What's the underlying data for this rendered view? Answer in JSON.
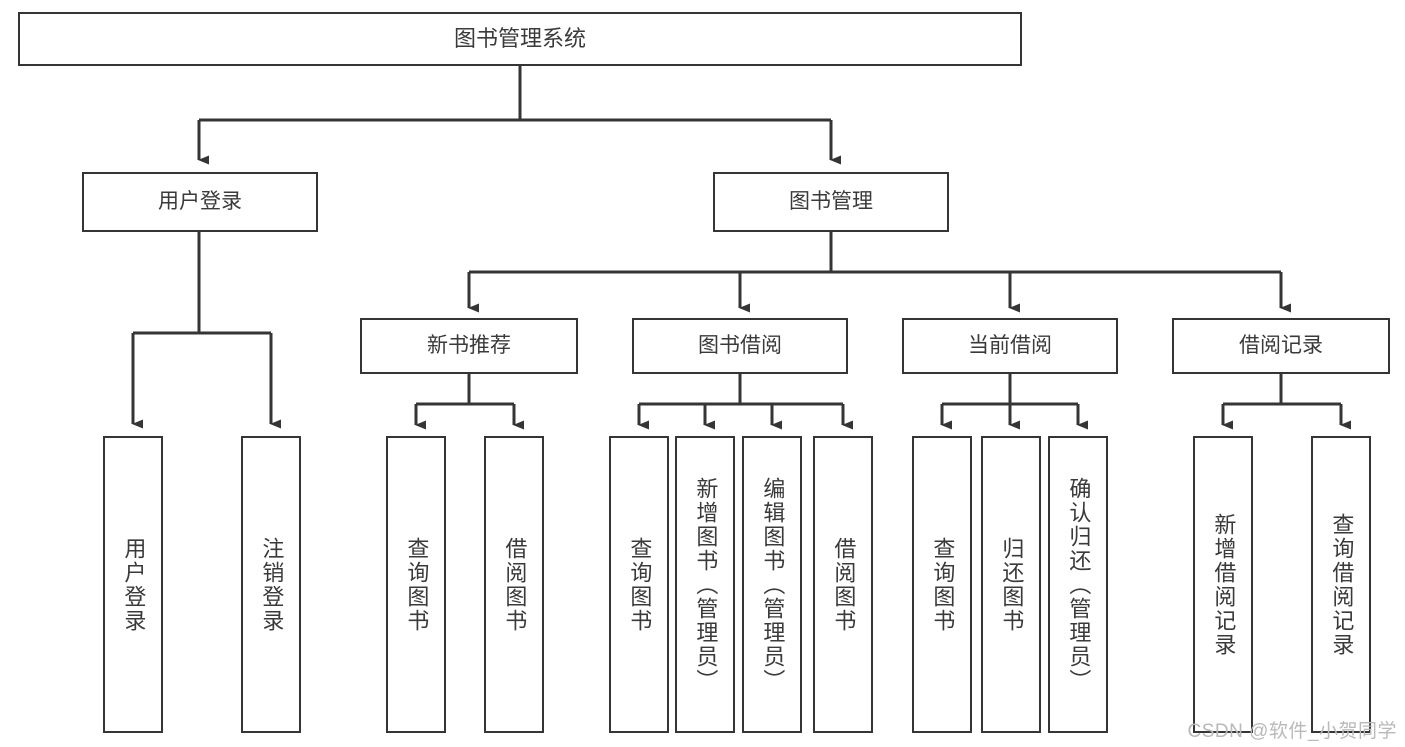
{
  "diagram": {
    "title": "图书管理系统",
    "type": "function-hierarchy-tree",
    "root": {
      "label": "图书管理系统"
    },
    "level1": [
      {
        "label": "用户登录"
      },
      {
        "label": "图书管理"
      }
    ],
    "level2": [
      {
        "label": "新书推荐"
      },
      {
        "label": "图书借阅"
      },
      {
        "label": "当前借阅"
      },
      {
        "label": "借阅记录"
      }
    ],
    "leaves": {
      "user_login": [
        {
          "label": "用户登录"
        },
        {
          "label": "注销登录"
        }
      ],
      "new_book_recommend": [
        {
          "label": "查询图书"
        },
        {
          "label": "借阅图书"
        }
      ],
      "book_borrow": [
        {
          "label": "查询图书"
        },
        {
          "label": "新增图书（管理员）"
        },
        {
          "label": "编辑图书（管理员）"
        },
        {
          "label": "借阅图书"
        }
      ],
      "current_borrow": [
        {
          "label": "查询图书"
        },
        {
          "label": "归还图书"
        },
        {
          "label": "确认归还（管理员）"
        }
      ],
      "borrow_record": [
        {
          "label": "新增借阅记录"
        },
        {
          "label": "查询借阅记录"
        }
      ]
    }
  },
  "watermark": {
    "text": "CSDN @软件_小贺同学"
  },
  "colors": {
    "stroke": "#353535",
    "text": "#3a3a3a",
    "background": "#ffffff",
    "watermark": "#b9b9b9"
  }
}
